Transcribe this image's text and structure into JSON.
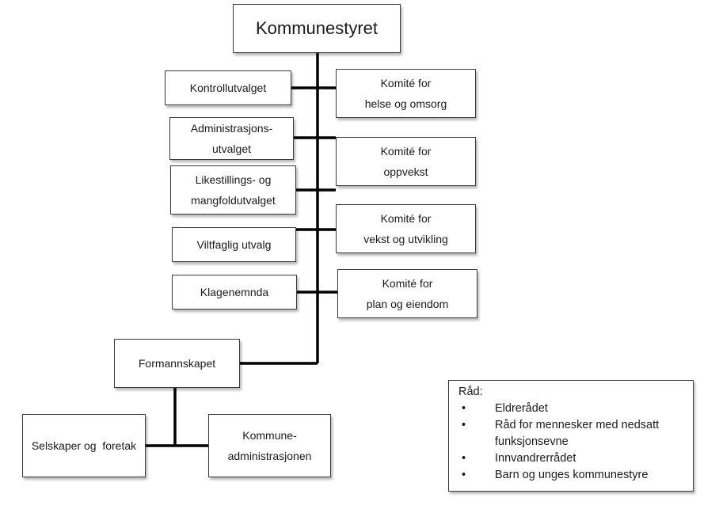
{
  "top": "Kommunestyret",
  "left_committees": [
    [
      "Kontrollutvalget"
    ],
    [
      "Administrasjons-",
      "utvalget"
    ],
    [
      "Likestillings- og",
      "mangfoldutvalget"
    ],
    [
      "Viltfaglig utvalg"
    ],
    [
      "Klagenemnda"
    ]
  ],
  "right_committees": [
    [
      "Komité for",
      "helse og omsorg"
    ],
    [
      "Komité for",
      "oppvekst"
    ],
    [
      "Komité for",
      "vekst og utvikling"
    ],
    [
      "Komité for",
      "plan og eiendom"
    ]
  ],
  "formannskapet": "Formannskapet",
  "selskaper": "Selskaper og  foretak",
  "kommuneadmin": [
    "Kommune-",
    "administrasjonen"
  ],
  "legend": {
    "title": "Råd:",
    "bullet": "•",
    "items": [
      "Eldrerådet",
      "Råd for mennesker med nedsatt funksjonsevne",
      "Innvandrerrådet",
      "Barn og unges kommunestyre"
    ]
  }
}
